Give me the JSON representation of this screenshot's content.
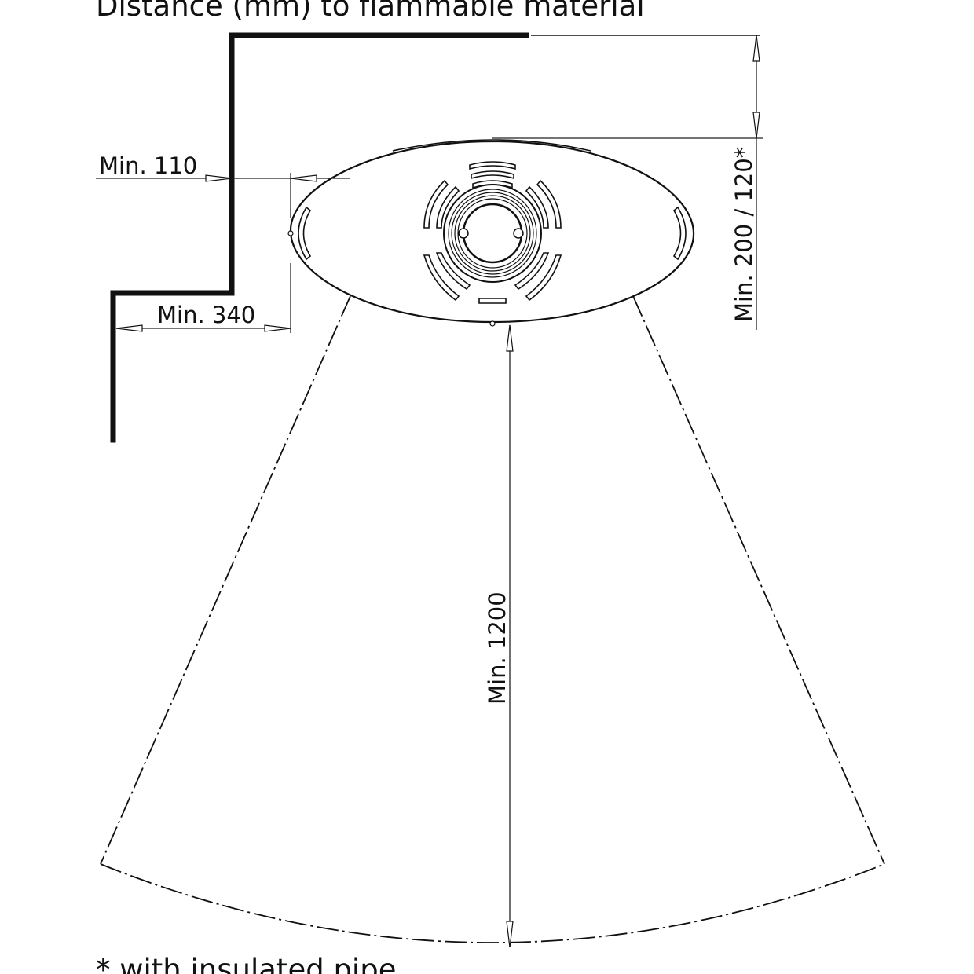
{
  "title": "Distance (mm) to flammable material",
  "footnote": "* with insulated pipe",
  "dimensions": {
    "side_left": "Min. 110",
    "corner_offset": "Min. 340",
    "back_wall": "Min. 200 / 120*",
    "front": "Min. 1200"
  }
}
